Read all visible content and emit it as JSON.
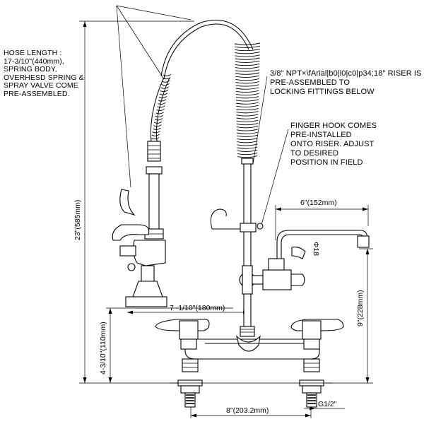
{
  "notes": {
    "hose_length": [
      "HOSE LENGTH :",
      "17-3/10\"(440mm),",
      "SPRING BODY,",
      "OVERHESD SPRING &",
      "SPRAY VALVE COME",
      "PRE-ASSEMBLED."
    ],
    "riser": [
      "3/8\" NPT×\\fArial|b0|i0|c0|p34;18\" RISER IS",
      "PRE-ASSEMBLED TO",
      "LOCKING FITTINGS BELOW"
    ],
    "finger_hook": [
      "FINGER HOOK COMES",
      "PRE-INSTALLED",
      "ONTO RISER. ADJUST",
      "TO DESIRED",
      "POSITION IN FIELD"
    ]
  },
  "dimensions": {
    "overall_height": "23\"(585mm)",
    "deck_height": "4-3/10\"(110mm)",
    "reach_to_spray": "7 -1/10\"(180mm)",
    "spout_length": "6\"(152mm)",
    "spout_height": "9\"(228mm)",
    "centers": "8\"(203.2mm)",
    "thread": "G1/2\"",
    "spout_diameter": "Φ18"
  }
}
